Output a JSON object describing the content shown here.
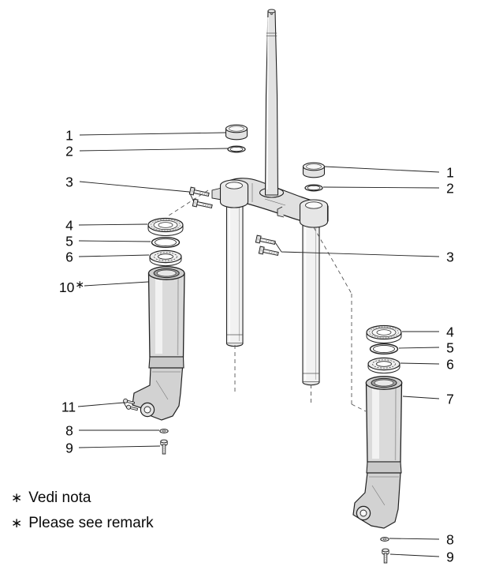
{
  "diagram": {
    "type": "exploded-parts-diagram",
    "subject": "Telescopic front fork exploded view",
    "callouts": {
      "left": [
        {
          "label": "1"
        },
        {
          "label": "2"
        },
        {
          "label": "3"
        },
        {
          "label": "4"
        },
        {
          "label": "5"
        },
        {
          "label": "6"
        },
        {
          "label": "10",
          "suffix": "∗"
        },
        {
          "label": "11"
        },
        {
          "label": "8"
        },
        {
          "label": "9"
        }
      ],
      "right": [
        {
          "label": "1"
        },
        {
          "label": "2"
        },
        {
          "label": "3"
        },
        {
          "label": "4"
        },
        {
          "label": "5"
        },
        {
          "label": "6"
        },
        {
          "label": "7"
        },
        {
          "label": "8"
        },
        {
          "label": "9"
        }
      ]
    },
    "notes": [
      {
        "marker": "∗",
        "text": "Vedi nota"
      },
      {
        "marker": "∗",
        "text": "Please see remark"
      }
    ],
    "colors": {
      "line": "#1c1c1c",
      "background": "#ffffff",
      "metal_light": "#ececec",
      "metal_mid": "#d9d9d9"
    }
  }
}
